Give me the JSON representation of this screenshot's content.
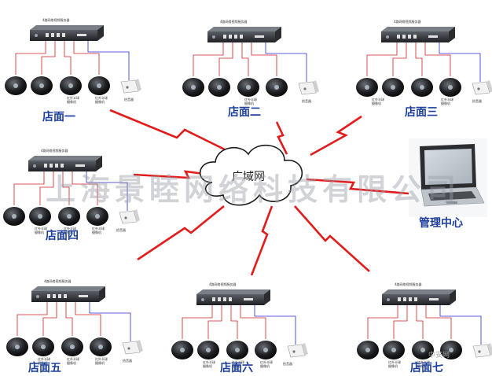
{
  "server_title": "4路网络视频服务器",
  "camera_label_line1": "红外半球",
  "camera_label_line2": "摄像机",
  "alarm_label": "拾音器",
  "cloud_label": "广域网",
  "management_center_label": "管理中心",
  "watermark": "上海景睦网络科技有限公司",
  "corner_watermark": "中安网",
  "stores": [
    {
      "label": "店面一"
    },
    {
      "label": "店面二"
    },
    {
      "label": "店面三"
    },
    {
      "label": "店面四"
    },
    {
      "label": "店面五"
    },
    {
      "label": "店面六"
    },
    {
      "label": "店面七"
    }
  ],
  "colors": {
    "link_red": "#e21b1b",
    "wire_red": "#d22020",
    "wire_blue": "#2a2ad8",
    "label_blue": "#1c3f9e"
  }
}
